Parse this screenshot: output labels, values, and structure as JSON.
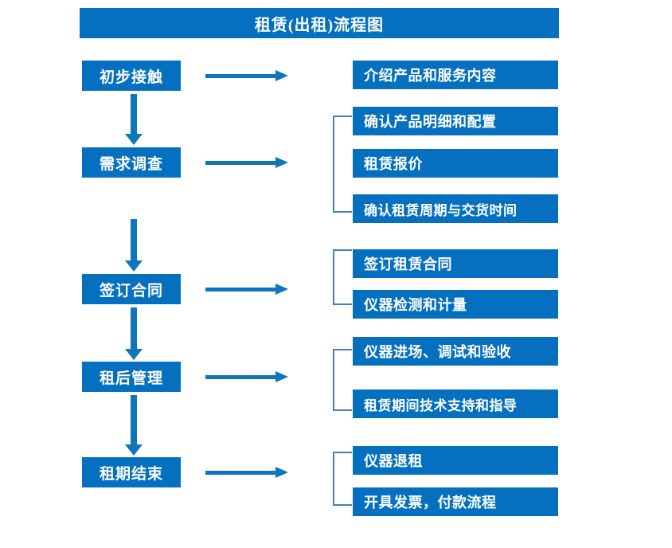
{
  "header": {
    "title": "租赁(出租)流程图"
  },
  "colors": {
    "box_fill": "#0670C0",
    "arrow": "#0E76BC",
    "bracket": "#4A7EBB",
    "text": "#FFFFFF",
    "background": "#FFFFFF"
  },
  "stages": [
    {
      "label": "初步接触"
    },
    {
      "label": "需求调查"
    },
    {
      "label": "签订合同"
    },
    {
      "label": "租后管理"
    },
    {
      "label": "租期结束"
    }
  ],
  "details": [
    {
      "label": "介绍产品和服务内容"
    },
    {
      "label": "确认产品明细和配置"
    },
    {
      "label": "租赁报价"
    },
    {
      "label": "确认租赁周期与交货时间"
    },
    {
      "label": "签订租赁合同"
    },
    {
      "label": "仪器检测和计量"
    },
    {
      "label": "仪器进场、调试和验收"
    },
    {
      "label": "租赁期间技术支持和指导"
    },
    {
      "label": "仪器退租"
    },
    {
      "label": "开具发票，付款流程"
    }
  ]
}
